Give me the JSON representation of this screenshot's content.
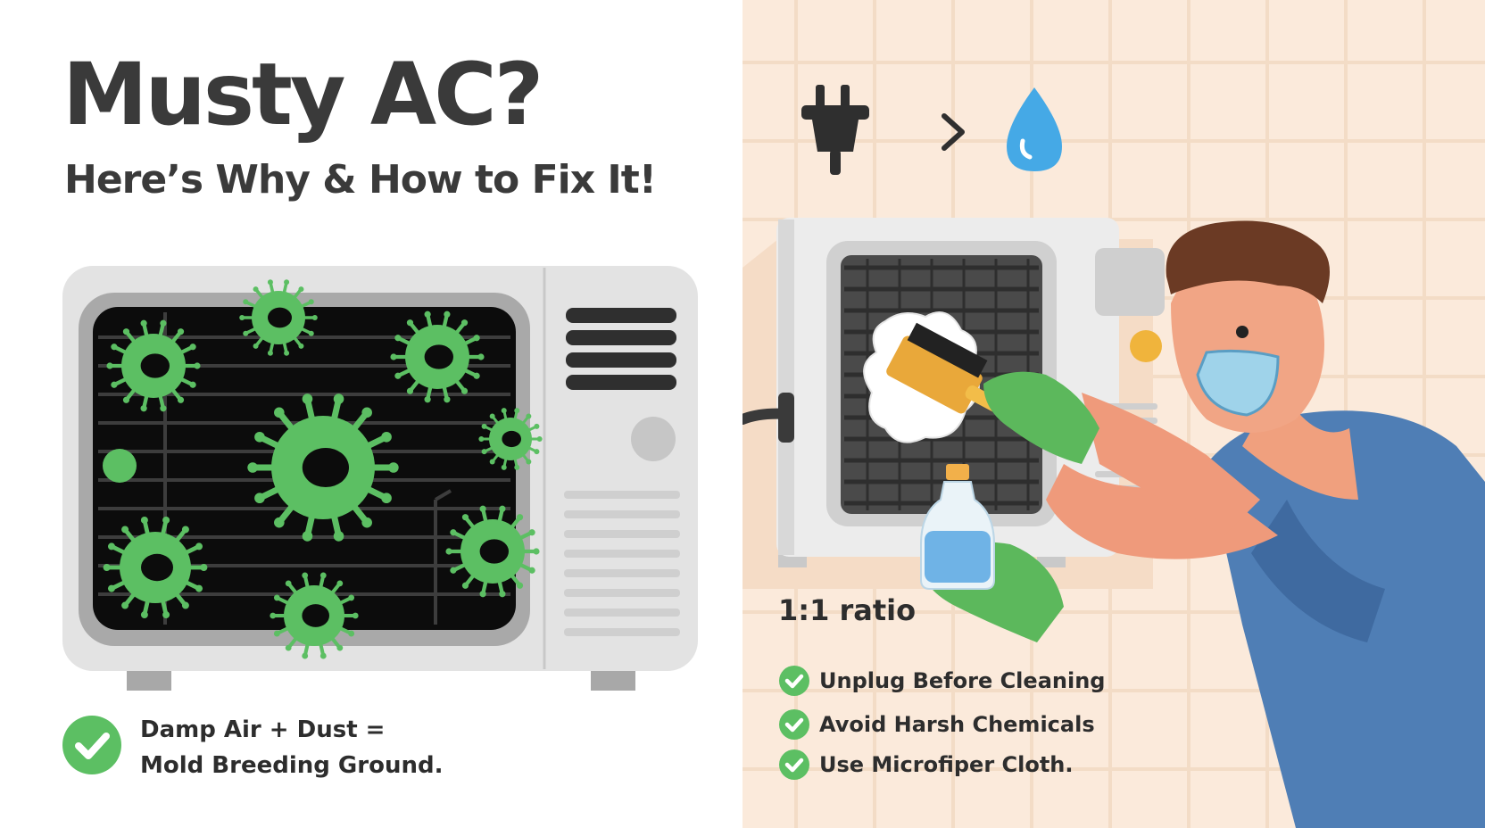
{
  "left_panel": {
    "title": "Musty AC?",
    "subtitle": "Here’s Why & How to Fix It!",
    "fact": {
      "line1": "Damp Air + Dust =",
      "line2": "Mold Breeding Ground."
    },
    "icons": [
      "mold-spore-icon",
      "check-icon",
      "window-ac-unit"
    ]
  },
  "right_panel": {
    "step_icons": [
      "plug-icon",
      "chevron-right-icon",
      "water-drop-icon"
    ],
    "ratio_label": "1:1 ratio",
    "tips": [
      {
        "label": "Unplug Before Cleaning"
      },
      {
        "label": "Avoid Harsh Chemicals"
      },
      {
        "label": "Use Microfiper Cloth."
      }
    ]
  },
  "colors": {
    "mold_green": "#5cbf63",
    "check_green": "#5cbf63",
    "text_dark": "#3a3a3a",
    "right_background": "#fbeadb",
    "shirt_blue": "#4f7eb5",
    "glove_green": "#5cb85c",
    "water_blue": "#45a9e6",
    "knob_yellow": "#f0b43c"
  }
}
